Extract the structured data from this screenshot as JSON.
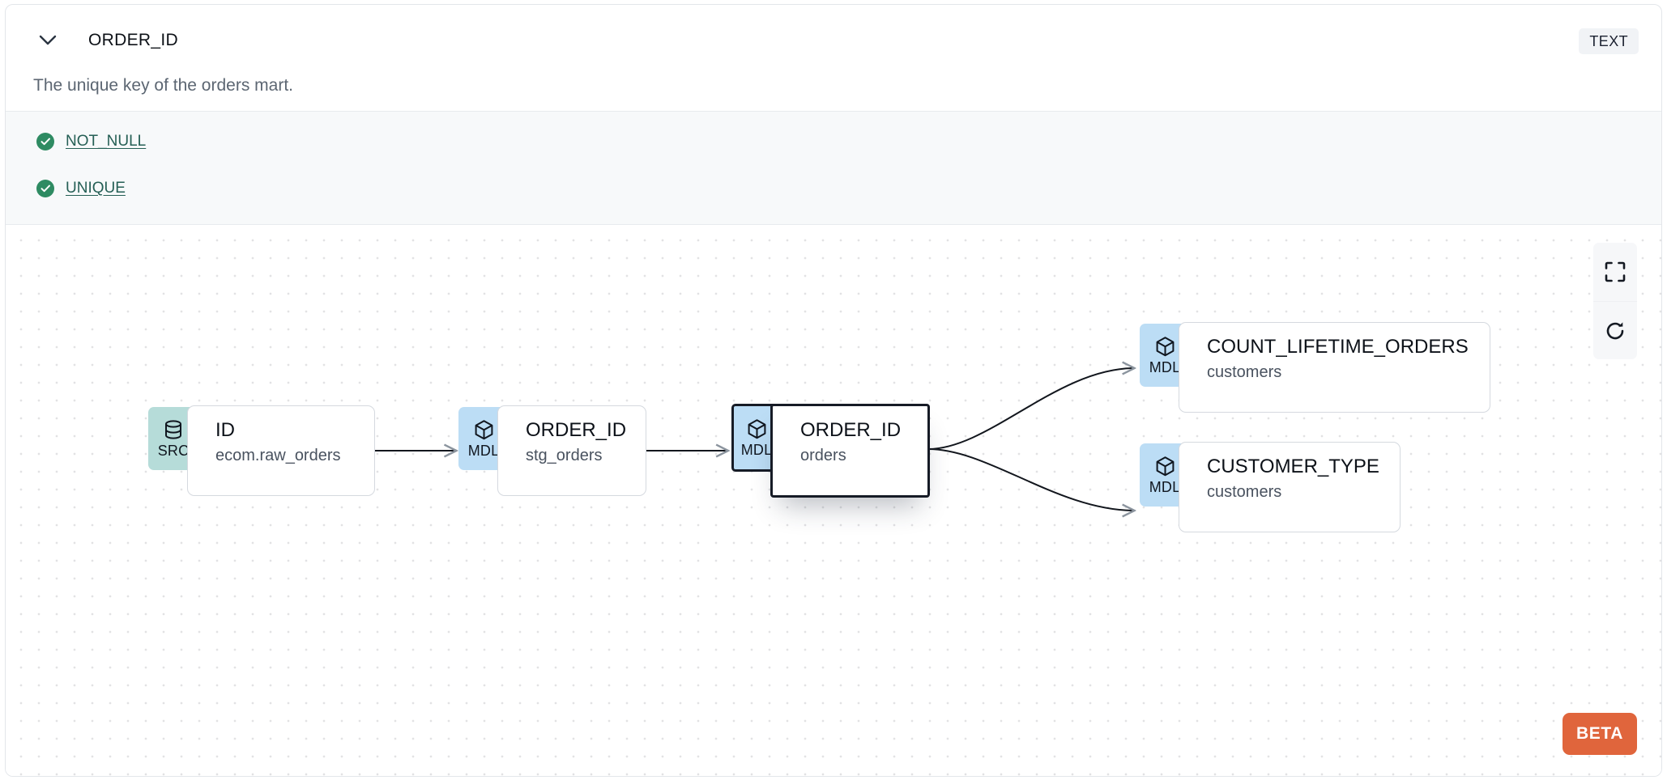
{
  "header": {
    "chevron_icon": "chevron-down-icon",
    "column_name": "ORDER_ID",
    "data_type_badge": "TEXT"
  },
  "description": "The unique key of the orders mart.",
  "tests": {
    "items": [
      {
        "status_icon": "check-circle-icon",
        "label": "NOT_NULL"
      },
      {
        "status_icon": "check-circle-icon",
        "label": "UNIQUE"
      }
    ]
  },
  "lineage": {
    "nodes": [
      {
        "badge": "SRC",
        "badge_icon": "database-icon",
        "title": "ID",
        "subtitle": "ecom.raw_orders",
        "selected": false
      },
      {
        "badge": "MDL",
        "badge_icon": "cube-icon",
        "title": "ORDER_ID",
        "subtitle": "stg_orders",
        "selected": false
      },
      {
        "badge": "MDL",
        "badge_icon": "cube-icon",
        "title": "ORDER_ID",
        "subtitle": "orders",
        "selected": true
      },
      {
        "badge": "MDL",
        "badge_icon": "cube-icon",
        "title": "COUNT_LIFETIME_ORDERS",
        "subtitle": "customers",
        "selected": false
      },
      {
        "badge": "MDL",
        "badge_icon": "cube-icon",
        "title": "CUSTOMER_TYPE",
        "subtitle": "customers",
        "selected": false
      }
    ],
    "controls": [
      {
        "icon": "fit-view-icon",
        "name": "fit-view-button"
      },
      {
        "icon": "refresh-icon",
        "name": "reset-layout-button"
      }
    ],
    "beta_label": "BETA"
  },
  "colors": {
    "src_badge": "#b6dcd9",
    "mdl_badge": "#bcddf5",
    "test_pass": "#2e8b62",
    "test_link": "#255f55",
    "beta": "#e0653c",
    "selected_outline": "#161b26"
  }
}
